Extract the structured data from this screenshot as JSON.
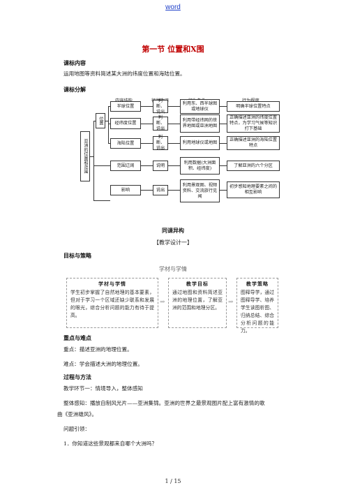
{
  "header": {
    "link": "word"
  },
  "title": "第一节 位置和X围",
  "standard_content": {
    "heading": "课标内容",
    "text": "运用地图等资料简述某大洲的纬度位置和海陆位置。"
  },
  "standard_analysis": {
    "heading": "课标分解",
    "columns": [
      "内容结构",
      "行为动词",
      "行为条件",
      "行为程度"
    ],
    "root": "亚洲的位置和范围",
    "branch": "位置",
    "rows": [
      {
        "item": "半球位置",
        "verb": "判断、说出",
        "cond": "利用东、西半球图或地球仪",
        "degree": "明确半球位置特点"
      },
      {
        "item": "经纬度位置",
        "verb": "判断、说出",
        "cond": "利用带经纬网的世界地图或亚洲地图",
        "degree": "正确描述亚洲的纬度位置特点，为学习气候等知识打下基础"
      },
      {
        "item": "海陆位置",
        "verb": "判断、说出",
        "cond": "利用地球仪或地图",
        "degree": "正确描述亚洲的海陆位置特点"
      },
      {
        "item": "范围辽阔",
        "verb": "说明",
        "cond": "利用数据(大洲面积、经纬度)",
        "degree": "了解亚洲的六个分区"
      },
      {
        "item": "影响",
        "verb": "说出",
        "cond": "利用景观图、视频资料、交流旅行见闻",
        "degree": "初步感知地理要素之间的相互影响"
      }
    ]
  },
  "section2": {
    "heading": "同课异构",
    "sub": "【教学设计一】"
  },
  "goals": {
    "heading": "目标与策略",
    "caption": "学材与学情",
    "boxes": [
      {
        "title": "学材与学情",
        "text": "学生初步掌握了自然地理的基本要素，但对于学习一个区域还缺少联系和发展的眼光，综合分析问题的能力有待于提高。"
      },
      {
        "title": "教学目标",
        "text": "通过地图和资料简述亚洲的地理位置，了解亚洲的范围和地理分区。"
      },
      {
        "title": "教学策略",
        "text": "图释导学，通过图释导学、培养学生读图析图、归纳总结、综合分析问题的能力。"
      }
    ],
    "arrow": "⇒"
  },
  "key_points": {
    "heading": "重点与难点",
    "key": "重点：描述亚洲的地理位置。",
    "difficult": "难点：学会描述大洲的地理位置。"
  },
  "process": {
    "heading": "过程与方法",
    "step": "教学环节一：情境导入，整体感知",
    "line1": "整体感知：播放自制风光片——亚洲集锦。亚洲的世界之最景观图片配上富有激情的歌",
    "line2": "曲《亚洲雄风》。",
    "guide": "问题引领：",
    "q1": "1．你知道这些景观都来自哪个大洲吗？"
  },
  "footer": "1 / 15"
}
